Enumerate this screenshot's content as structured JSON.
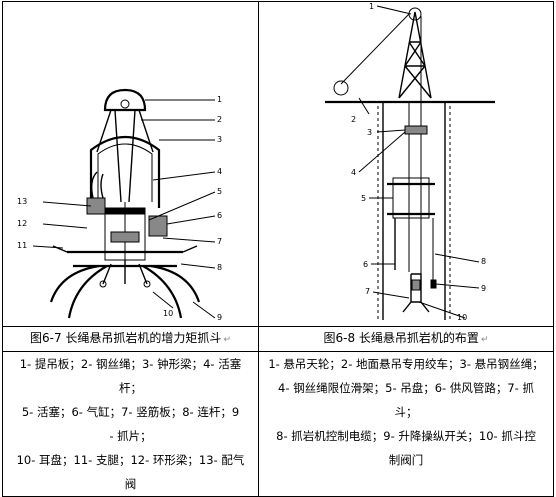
{
  "figure_left": {
    "caption": "图6-7  长绳悬吊抓岩机的增力矩抓斗",
    "callouts": [
      "1",
      "2",
      "3",
      "4",
      "5",
      "6",
      "7",
      "8",
      "9",
      "10",
      "11",
      "12",
      "13"
    ],
    "legend_lines": [
      "1- 提吊板；2- 钢丝绳；3- 钟形梁；4- 活塞",
      "杆；",
      "5- 活塞；6- 气缸；7- 竖筋板；8- 连杆；9",
      "- 抓片；",
      "10- 耳盘；11- 支腿；12- 环形梁；13- 配气",
      "阀"
    ]
  },
  "figure_right": {
    "caption": "图6-8   长绳悬吊抓岩机的布置",
    "callouts": [
      "1",
      "2",
      "3",
      "4",
      "5",
      "6",
      "7",
      "8",
      "9",
      "10"
    ],
    "legend_lines": [
      "1- 悬吊天轮；2- 地面悬吊专用绞车；3- 悬吊钢丝绳；",
      "4- 钢丝绳限位滑架；5- 吊盘；6- 供风管路；7- 抓",
      "斗；",
      "8- 抓岩机控制电缆；9- 升降操纵开关；10- 抓斗控",
      "制阀门"
    ]
  },
  "paragraph_mark": "↵"
}
